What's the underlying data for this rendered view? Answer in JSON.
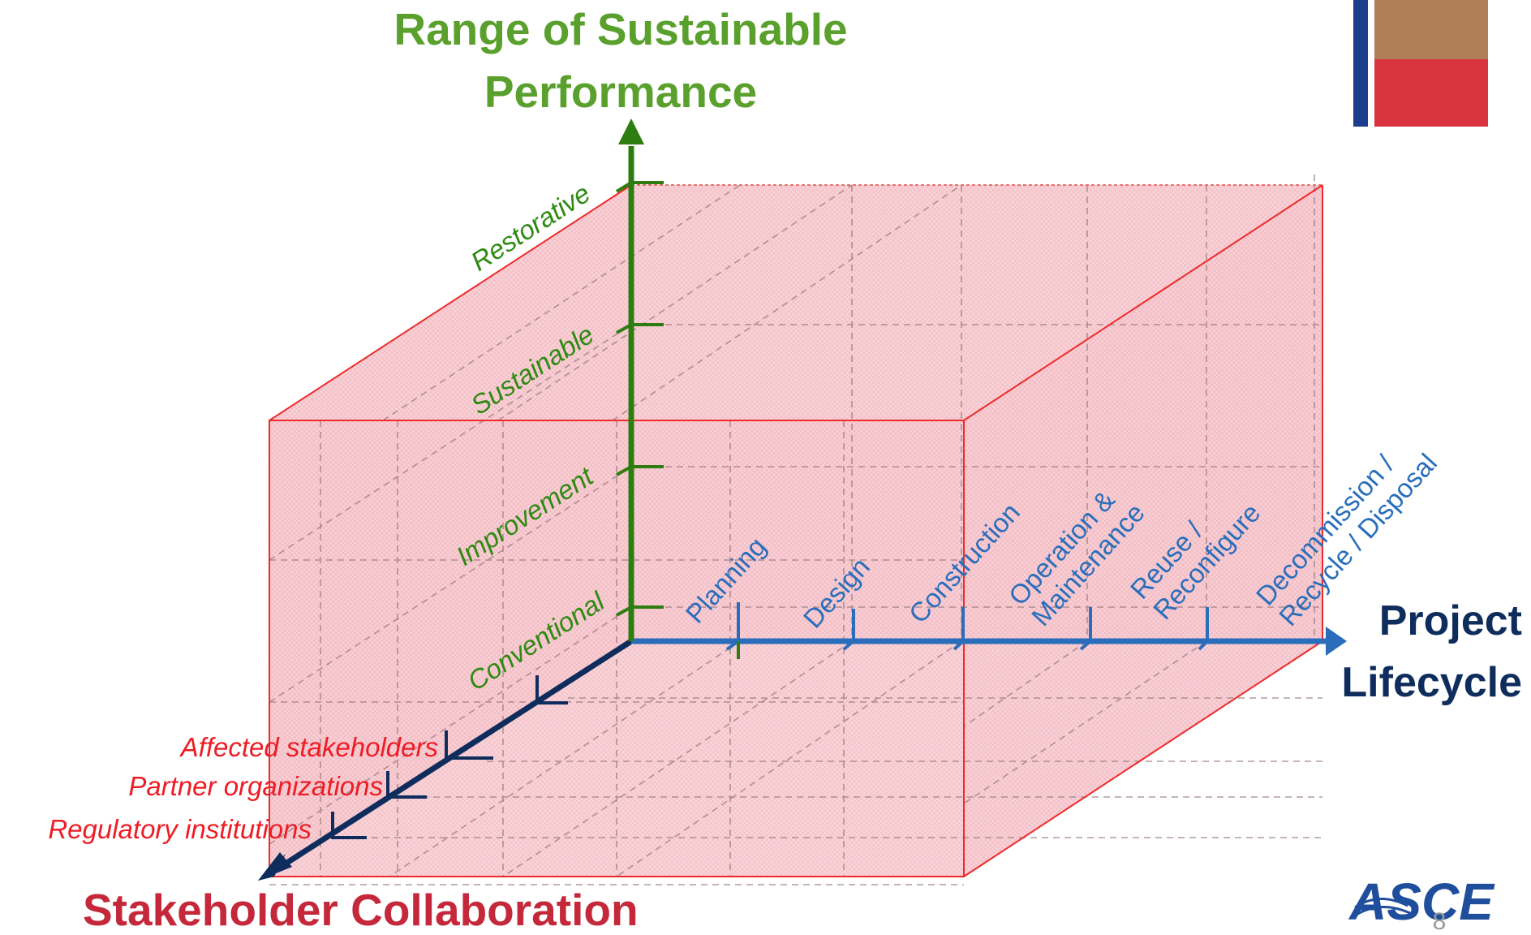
{
  "title_vertical_line1": "Range of Sustainable",
  "title_vertical_line2": "Performance",
  "title_horizontal_line1": "Project",
  "title_horizontal_line2": "Lifecycle",
  "title_depth": "Stakeholder Collaboration",
  "performance_levels": [
    "Restorative",
    "Sustainable",
    "Improvement",
    "Conventional"
  ],
  "lifecycle_phases": [
    [
      "Planning"
    ],
    [
      "Design"
    ],
    [
      "Construction"
    ],
    [
      "Operation &",
      "Maintenance"
    ],
    [
      "Reuse /",
      "Reconfigure"
    ],
    [
      "Decommission /",
      "Recycle / Disposal"
    ]
  ],
  "stakeholders": [
    "Affected stakeholders",
    "Partner organizations",
    "Regulatory institutions"
  ],
  "logo_text": "ASCE",
  "page_number": "8",
  "colors": {
    "vertical_axis": "#2e7d12",
    "vertical_title": "#5aa02c",
    "horizontal_axis": "#2a6ebb",
    "horizontal_title": "#0f2d5c",
    "depth_axis": "#0f2d5c",
    "depth_title": "#c4283a",
    "stakeholder_text": "#ee1c24",
    "box_fill": "#f6c6cc",
    "box_edge": "#ee2a2a",
    "flag_blue": "#1c3c8c",
    "flag_brown": "#b07f5a",
    "flag_red": "#d8333f",
    "logo": "#1f4e9c"
  }
}
